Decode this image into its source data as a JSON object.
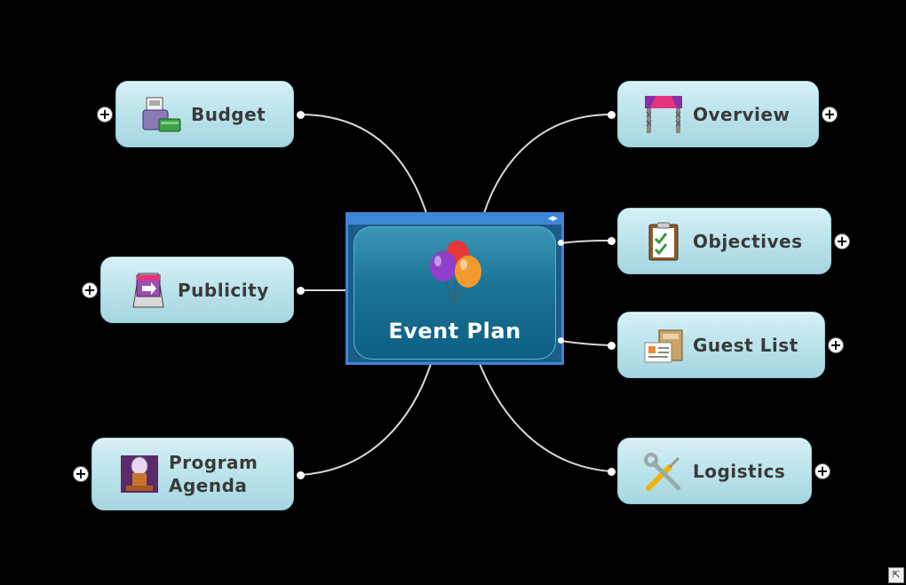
{
  "central_topic": {
    "label": "Event Plan",
    "icon": "balloons-icon"
  },
  "topics": {
    "budget": {
      "label": "Budget",
      "icon": "cash-register-icon"
    },
    "publicity": {
      "label": "Publicity",
      "icon": "signboard-icon"
    },
    "program_agenda": {
      "label_line1": "Program",
      "label_line2": "Agenda",
      "icon": "podium-icon"
    },
    "overview": {
      "label": "Overview",
      "icon": "stage-icon"
    },
    "objectives": {
      "label": "Objectives",
      "icon": "clipboard-checklist-icon"
    },
    "guest_list": {
      "label": "Guest List",
      "icon": "address-card-icon"
    },
    "logistics": {
      "label": "Logistics",
      "icon": "wrench-screwdriver-icon"
    }
  },
  "expand_symbol": "+",
  "center_arrows": "◂▸",
  "resize_symbol": "⇱",
  "colors": {
    "background": "#000000",
    "topic_fill": "#b9e2ea",
    "center_fill": "#1b7396",
    "selection": "#3d86d6",
    "text": "#3a3a3a"
  }
}
